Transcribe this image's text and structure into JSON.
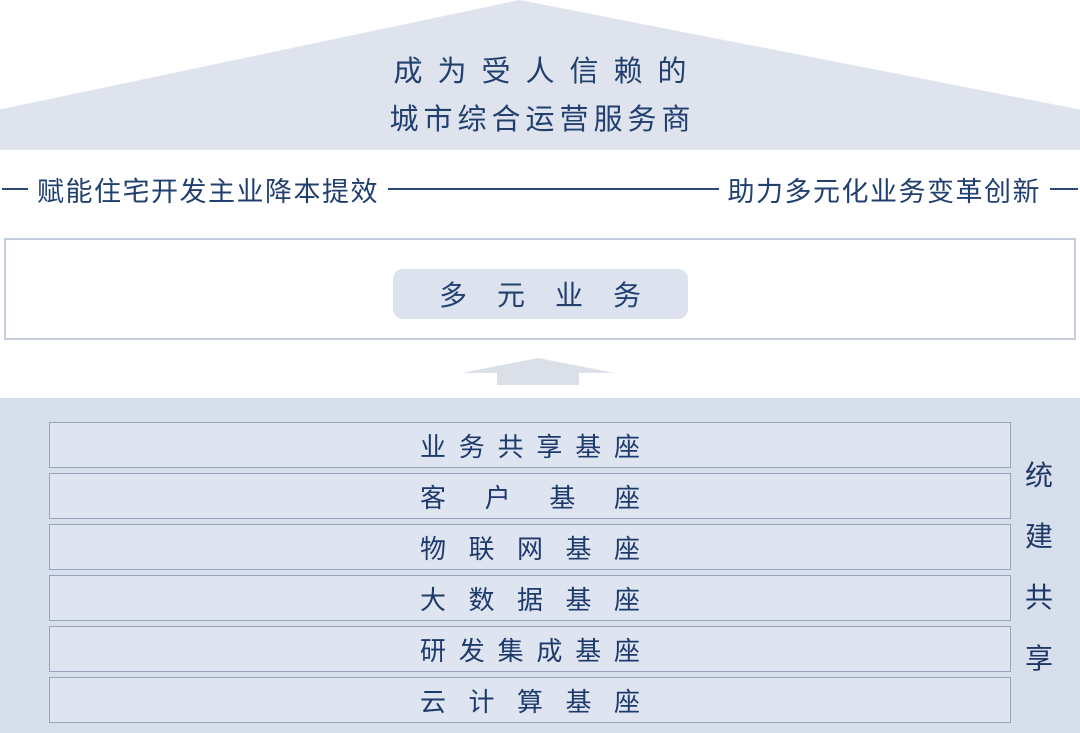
{
  "diagram": {
    "vision": {
      "line1": "成为受人信赖的",
      "line2": "城市综合运营服务商"
    },
    "goals": {
      "left": "赋能住宅开发主业降本提效",
      "right": "助力多元化业务变革创新"
    },
    "business_layer": {
      "pill_label": "多元业务"
    },
    "foundation": {
      "rows": [
        "业务共享基座",
        "客户基座",
        "物联网基座",
        "大数据基座",
        "研发集成基座",
        "云计算基座"
      ],
      "side_label": "统建共享",
      "side_chars": [
        "统",
        "建",
        "共",
        "享"
      ]
    },
    "colors": {
      "roof_fill": "#dee3ee",
      "band_fill": "#d8dfec",
      "row_fill": "#dfe5f0",
      "pill_fill": "#dce2ee",
      "arrow_fill": "#dbdfe8",
      "text_navy": "#1e3a6d",
      "line_navy": "#2c4878",
      "row_border": "#96a4bc",
      "box_border": "#c3cddd"
    }
  }
}
